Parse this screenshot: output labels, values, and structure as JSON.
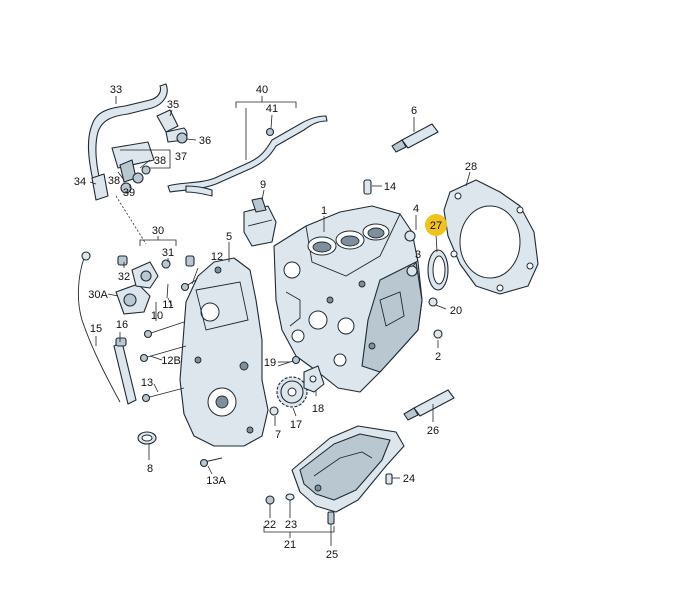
{
  "diagram": {
    "highlight_color": "#f1c21b",
    "highlighted_part": "27",
    "callouts": {
      "p1": "1",
      "p2": "2",
      "p3": "3",
      "p4": "4",
      "p5": "5",
      "p6": "6",
      "p7": "7",
      "p8": "8",
      "p9": "9",
      "p10": "10",
      "p11": "11",
      "p12": "12",
      "p12b": "12B",
      "p13": "13",
      "p13a": "13A",
      "p14": "14",
      "p15": "15",
      "p16": "16",
      "p17": "17",
      "p18": "18",
      "p19": "19",
      "p20": "20",
      "p21": "21",
      "p22": "22",
      "p23": "23",
      "p24": "24",
      "p25": "25",
      "p26": "26",
      "p27": "27",
      "p28": "28",
      "p30": "30",
      "p30a": "30A",
      "p31": "31",
      "p32": "32",
      "p33": "33",
      "p34": "34",
      "p35": "35",
      "p36": "36",
      "p37": "37",
      "p38a": "38",
      "p38b": "38",
      "p39": "39",
      "p40": "40",
      "p41": "41"
    }
  }
}
